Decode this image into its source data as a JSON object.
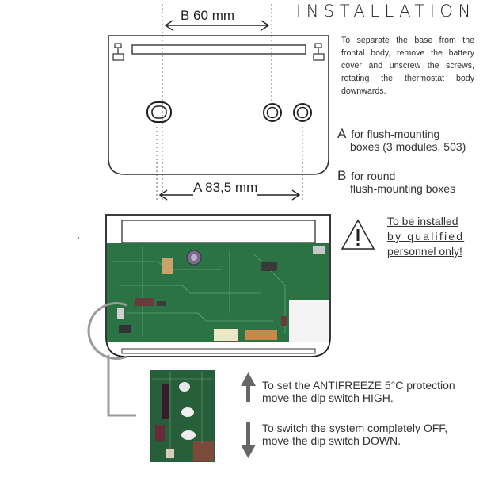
{
  "header": {
    "title": "INSTALLATION"
  },
  "intro_text": "To separate the base from the frontal body, remove the battery cover and unscrew the screws, rotating the thermostat body downwards.",
  "dimensions": {
    "b_label": "B 60 mm",
    "a_label": "A 83,5 mm"
  },
  "options": {
    "a": {
      "letter": "A",
      "line1": "for flush-mounting",
      "line2": "boxes (3 modules, 503)"
    },
    "b": {
      "letter": "B",
      "line1": "for round",
      "line2": "flush-mounting boxes"
    }
  },
  "warning": {
    "line1": "To be installed",
    "line2": "by qualified",
    "line3": "personnel only!"
  },
  "dip_switch": {
    "up_line1": "To set the ANTIFREEZE 5°C protection",
    "up_line2": "move the dip switch HIGH.",
    "down_line1": "To switch the system completely OFF,",
    "down_line2": "move the dip switch DOWN."
  },
  "colors": {
    "pcb_green": "#2f7a4a",
    "line_gray": "#555555",
    "callout_gray": "#9a9a9a"
  }
}
